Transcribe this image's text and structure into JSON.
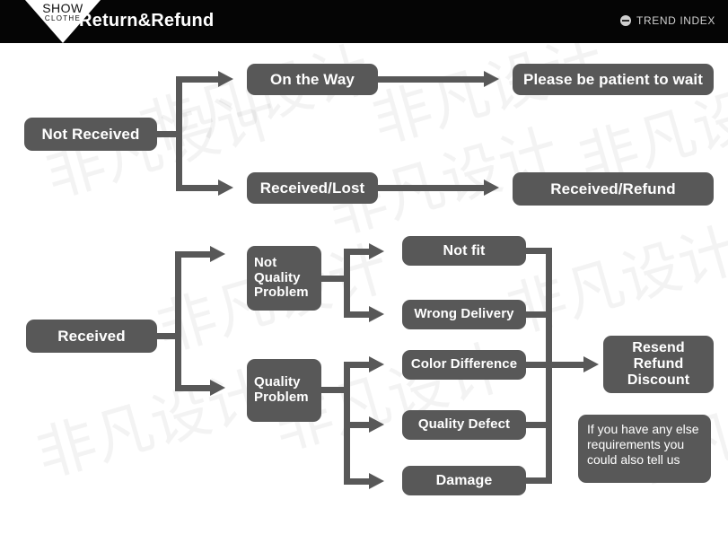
{
  "header": {
    "logo": {
      "line1": "SHOW",
      "line2": "CLOTHE",
      "name": "show-clothe-logo"
    },
    "title": "Return&Refund",
    "brand": {
      "label": "TREND INDEX",
      "icon": "trend-index-icon"
    },
    "background": "#050505"
  },
  "theme": {
    "node_fill": "#585858",
    "node_text": "#ffffff",
    "page_background": "#ffffff",
    "connector": "#585858"
  },
  "watermark": {
    "text": "非凡设计"
  },
  "flow": {
    "not_received_branch": {
      "root": "Not Received",
      "options": [
        {
          "condition": "On the Way",
          "outcome": "Please be patient to wait"
        },
        {
          "condition": "Received/Lost",
          "outcome": "Received/Refund"
        }
      ]
    },
    "received_branch": {
      "root": "Received",
      "categories": [
        {
          "label": "Not\nQuality\nProblem",
          "reasons": [
            "Not fit",
            "Wrong Delivery"
          ]
        },
        {
          "label": "Quality\nProblem",
          "reasons": [
            "Color Difference",
            "Quality Defect",
            "Damage"
          ]
        }
      ],
      "resolution": "Resend\nRefund\nDiscount",
      "note": "If you have any else requirements you could also tell us"
    }
  },
  "labels": {
    "not_received": "Not Received",
    "on_the_way": "On the Way",
    "please_wait": "Please be patient to wait",
    "received_lost": "Received/Lost",
    "received_refund": "Received/Refund",
    "received": "Received",
    "not_quality_problem_l1": "Not",
    "not_quality_problem_l2": "Quality",
    "not_quality_problem_l3": "Problem",
    "quality_problem_l1": "Quality",
    "quality_problem_l2": "Problem",
    "not_fit": "Not fit",
    "wrong_delivery": "Wrong Delivery",
    "color_difference": "Color Difference",
    "quality_defect": "Quality Defect",
    "damage": "Damage",
    "resend": "Resend",
    "refund": "Refund",
    "discount": "Discount",
    "note_l1": "If you have any else",
    "note_l2": "requirements you",
    "note_l3": "could also tell us"
  }
}
